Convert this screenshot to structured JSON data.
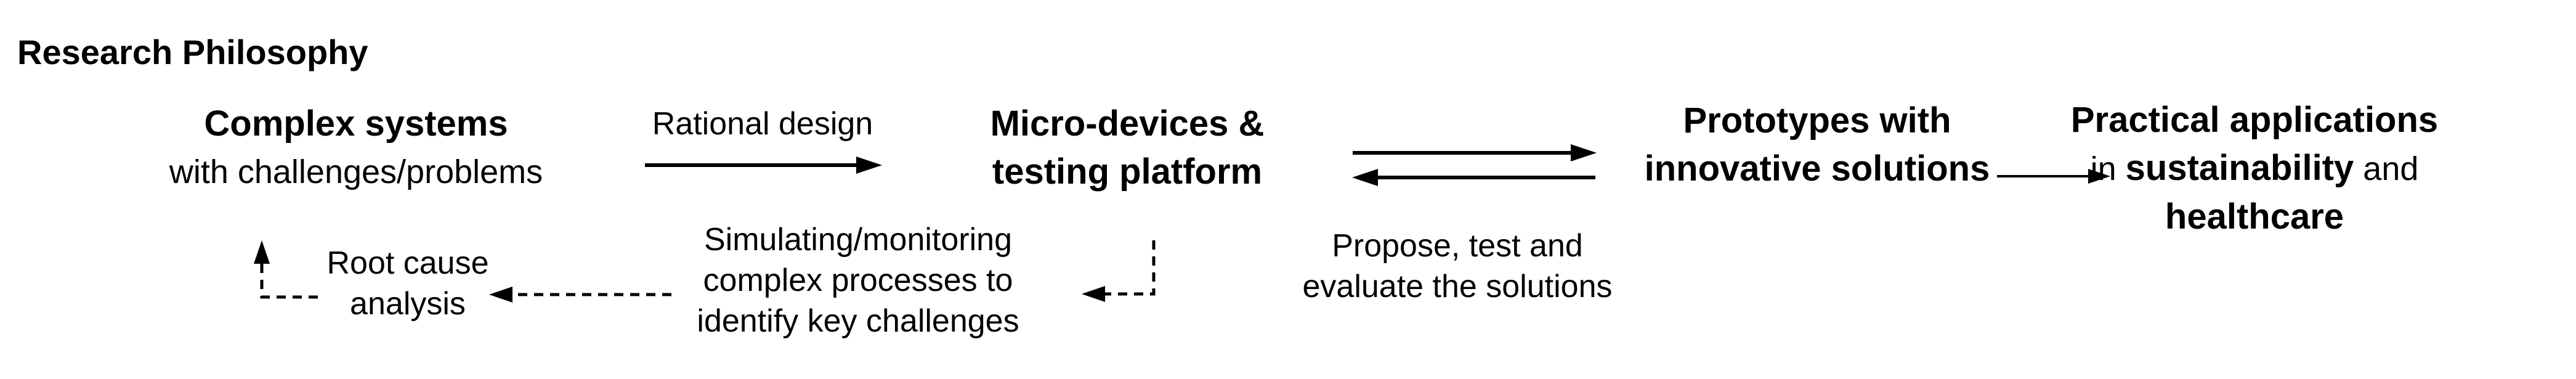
{
  "title": "Research Philosophy",
  "colors": {
    "text": "#000000",
    "background": "#ffffff",
    "arrows": "#000000"
  },
  "nodes": {
    "complex_systems": {
      "line1": "Complex systems",
      "line2": "with challenges/problems"
    },
    "micro_devices": {
      "line1": "Micro-devices &",
      "line2": "testing platform"
    },
    "prototypes": {
      "line1": "Prototypes with",
      "line2": "innovative solutions"
    },
    "practical": {
      "line1": "Practical applications",
      "line2_pre": "in ",
      "line2_bold": "sustainability",
      "line2_post": " and",
      "line3": "healthcare"
    }
  },
  "arrow_labels": {
    "rational_design": {
      "line1": "Rational design"
    },
    "propose": {
      "line1": "Propose, test and",
      "line2": "evaluate the solutions"
    },
    "simulating": {
      "line1": "Simulating/monitoring",
      "line2": "complex processes to",
      "line3": "identify key challenges"
    },
    "root_cause": {
      "line1": "Root cause",
      "line2": "analysis"
    }
  }
}
